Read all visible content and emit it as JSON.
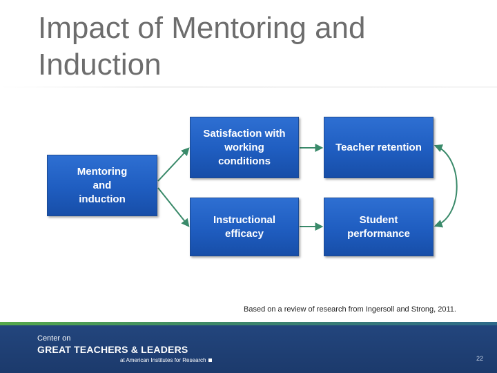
{
  "slide": {
    "title": "Impact of Mentoring and Induction",
    "citation": "Based on a review of research from Ingersoll and Strong, 2011.",
    "page_number": "22"
  },
  "diagram": {
    "boxes": {
      "mentoring": "Mentoring\nand\ninduction",
      "satisfaction": "Satisfaction with\nworking\nconditions",
      "retention": "Teacher retention",
      "efficacy": "Instructional\nefficacy",
      "performance": "Student\nperformance"
    },
    "arrow_color": "#3a8a6a"
  },
  "footer": {
    "org_line1": "Center on",
    "org_line2": "GREAT TEACHERS & LEADERS",
    "org_line3": "at American Institutes for Research"
  }
}
